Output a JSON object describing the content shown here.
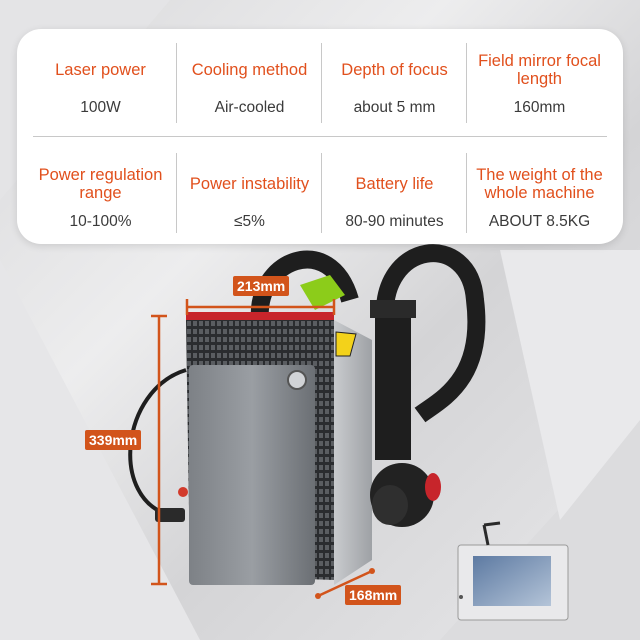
{
  "specs": {
    "row1": [
      {
        "label": "Laser power",
        "value": "100W"
      },
      {
        "label": "Cooling method",
        "value": "Air-cooled"
      },
      {
        "label": "Depth of focus",
        "value": "about 5 mm"
      },
      {
        "label": "Field mirror focal length",
        "value": "160mm"
      }
    ],
    "row2": [
      {
        "label": "Power regulation range",
        "value": "10-100%"
      },
      {
        "label": "Power instability",
        "value": "≤5%"
      },
      {
        "label": "Battery life",
        "value": "80-90 minutes"
      },
      {
        "label": "The weight of the whole machine",
        "value": "ABOUT 8.5KG"
      }
    ]
  },
  "dimensions": {
    "width": "213mm",
    "height": "339mm",
    "depth": "168mm"
  },
  "colors": {
    "accent": "#e1501d",
    "dimension_line": "#d2541b"
  }
}
